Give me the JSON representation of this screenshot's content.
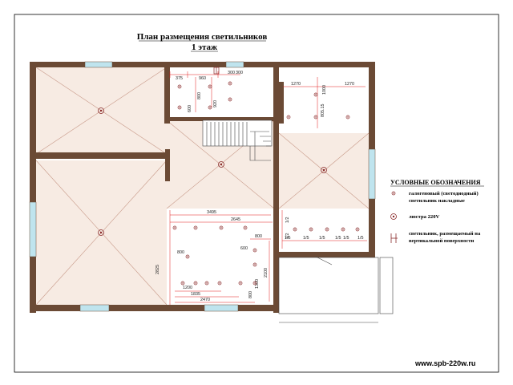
{
  "plan": {
    "title_line1": "План размещения светильников",
    "title_line2": "1 этаж"
  },
  "dimensions": {
    "d375": "375",
    "d960": "960",
    "d300a": "300",
    "d300b": "300",
    "d800a": "800",
    "d920": "920",
    "d600": "600",
    "d1270a": "1270",
    "d1270b": "1270",
    "d1000": "1000",
    "d805": "805.15",
    "d3495": "3495",
    "d2645": "2645",
    "d800b": "800",
    "d800c": "800",
    "d600b": "600",
    "d2825": "2825",
    "d1200": "1200",
    "d1835": "1835",
    "d2470": "2470",
    "d800d": "800",
    "d1300": "1300",
    "d2100": "2100",
    "v12a": "1/2",
    "v12b": "1/2",
    "h15a": "1/5",
    "h15b": "1/5",
    "h15c": "1/5",
    "h15d": "1/5",
    "h15e": "1/5",
    "h15f": "1/5"
  },
  "legend": {
    "title": "УСЛОВНЫЕ ОБОЗНАЧЕНИЯ",
    "item1_line1": "галогеновый (светодиодный)",
    "item1_line2": "светильник накладные",
    "item2": "люстра 220V",
    "item3_line1": "светильник, размещаемый на",
    "item3_line2": "вертикальной поверхности"
  },
  "footer": {
    "site": "www.spb-220w.ru"
  },
  "colors": {
    "wall": "#6b4a35",
    "window": "#bfe4ee",
    "floor": "#f7ebe3",
    "diagonal": "#c89a8a",
    "dimension": "#e11a1a",
    "fixture": "#8a2a2a"
  }
}
